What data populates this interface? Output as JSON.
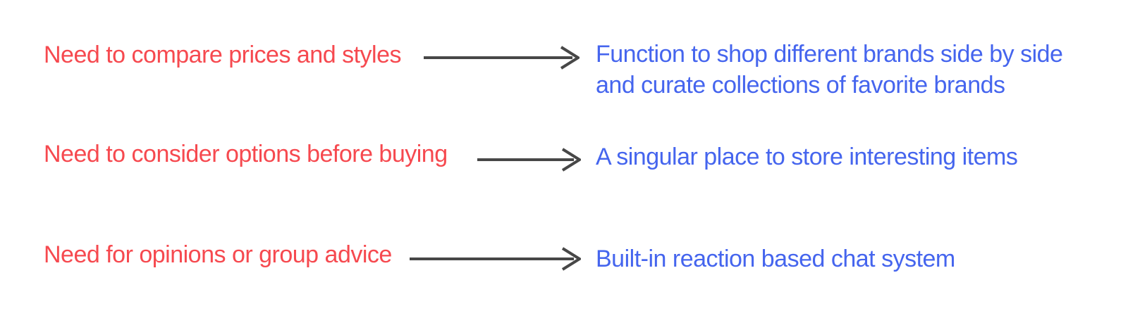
{
  "colors": {
    "background": "#ffffff",
    "need_text": "#f6494f",
    "solution_text": "#4565ee",
    "arrow": "#474747"
  },
  "icons": {
    "arrow": "right-arrow-icon"
  },
  "rows": [
    {
      "need": "Need to compare prices and styles",
      "solution_line1": "Function to shop different brands side by side",
      "solution_line2": "and curate collections of favorite brands"
    },
    {
      "need": "Need to consider options before buying",
      "solution_line1": "A singular place to store interesting items",
      "solution_line2": ""
    },
    {
      "need": "Need for opinions or group advice",
      "solution_line1": "Built-in reaction based chat system",
      "solution_line2": ""
    }
  ]
}
